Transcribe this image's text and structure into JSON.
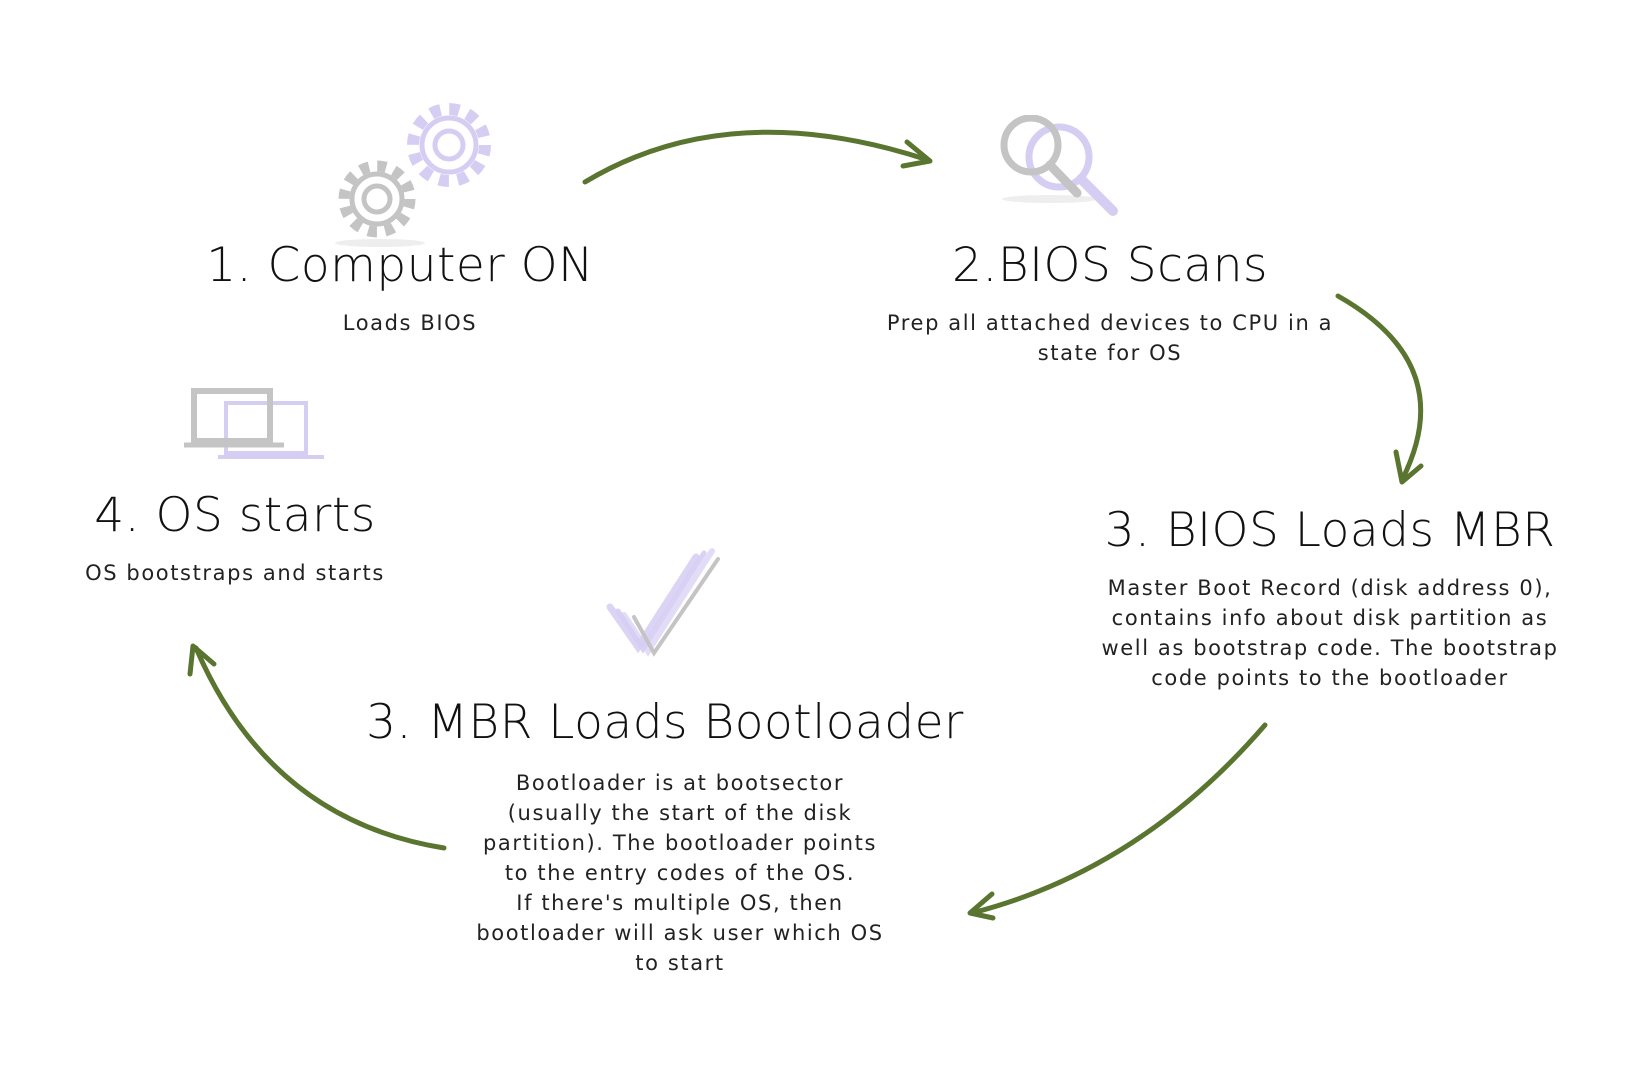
{
  "colors": {
    "arrow": "#5a7530",
    "icon_gray": "#c4c4c4",
    "icon_purple": "#d6cdf3"
  },
  "steps": [
    {
      "title": "1. Computer ON",
      "description": [
        "Loads BIOS"
      ],
      "icon": "gears-icon"
    },
    {
      "title": "2.BIOS Scans",
      "description": [
        "Prep all attached devices to CPU in a",
        "state for OS"
      ],
      "icon": "magnifier-icon"
    },
    {
      "title": "3. BIOS Loads MBR",
      "description": [
        "Master Boot Record (disk address 0),",
        "contains info about disk partition as",
        "well as bootstrap code. The bootstrap",
        "code points to the bootloader"
      ],
      "icon": ""
    },
    {
      "title": "3. MBR Loads Bootloader",
      "description": [
        "Bootloader is at bootsector",
        "(usually the start of the disk",
        "partition). The bootloader points",
        "to the entry codes of the OS.",
        "If there's multiple OS, then",
        "bootloader will ask user which OS",
        "to start"
      ],
      "icon": "checkmark-icon"
    },
    {
      "title": "4. OS starts",
      "description": [
        "OS bootstraps and starts"
      ],
      "icon": "laptop-icon"
    }
  ]
}
